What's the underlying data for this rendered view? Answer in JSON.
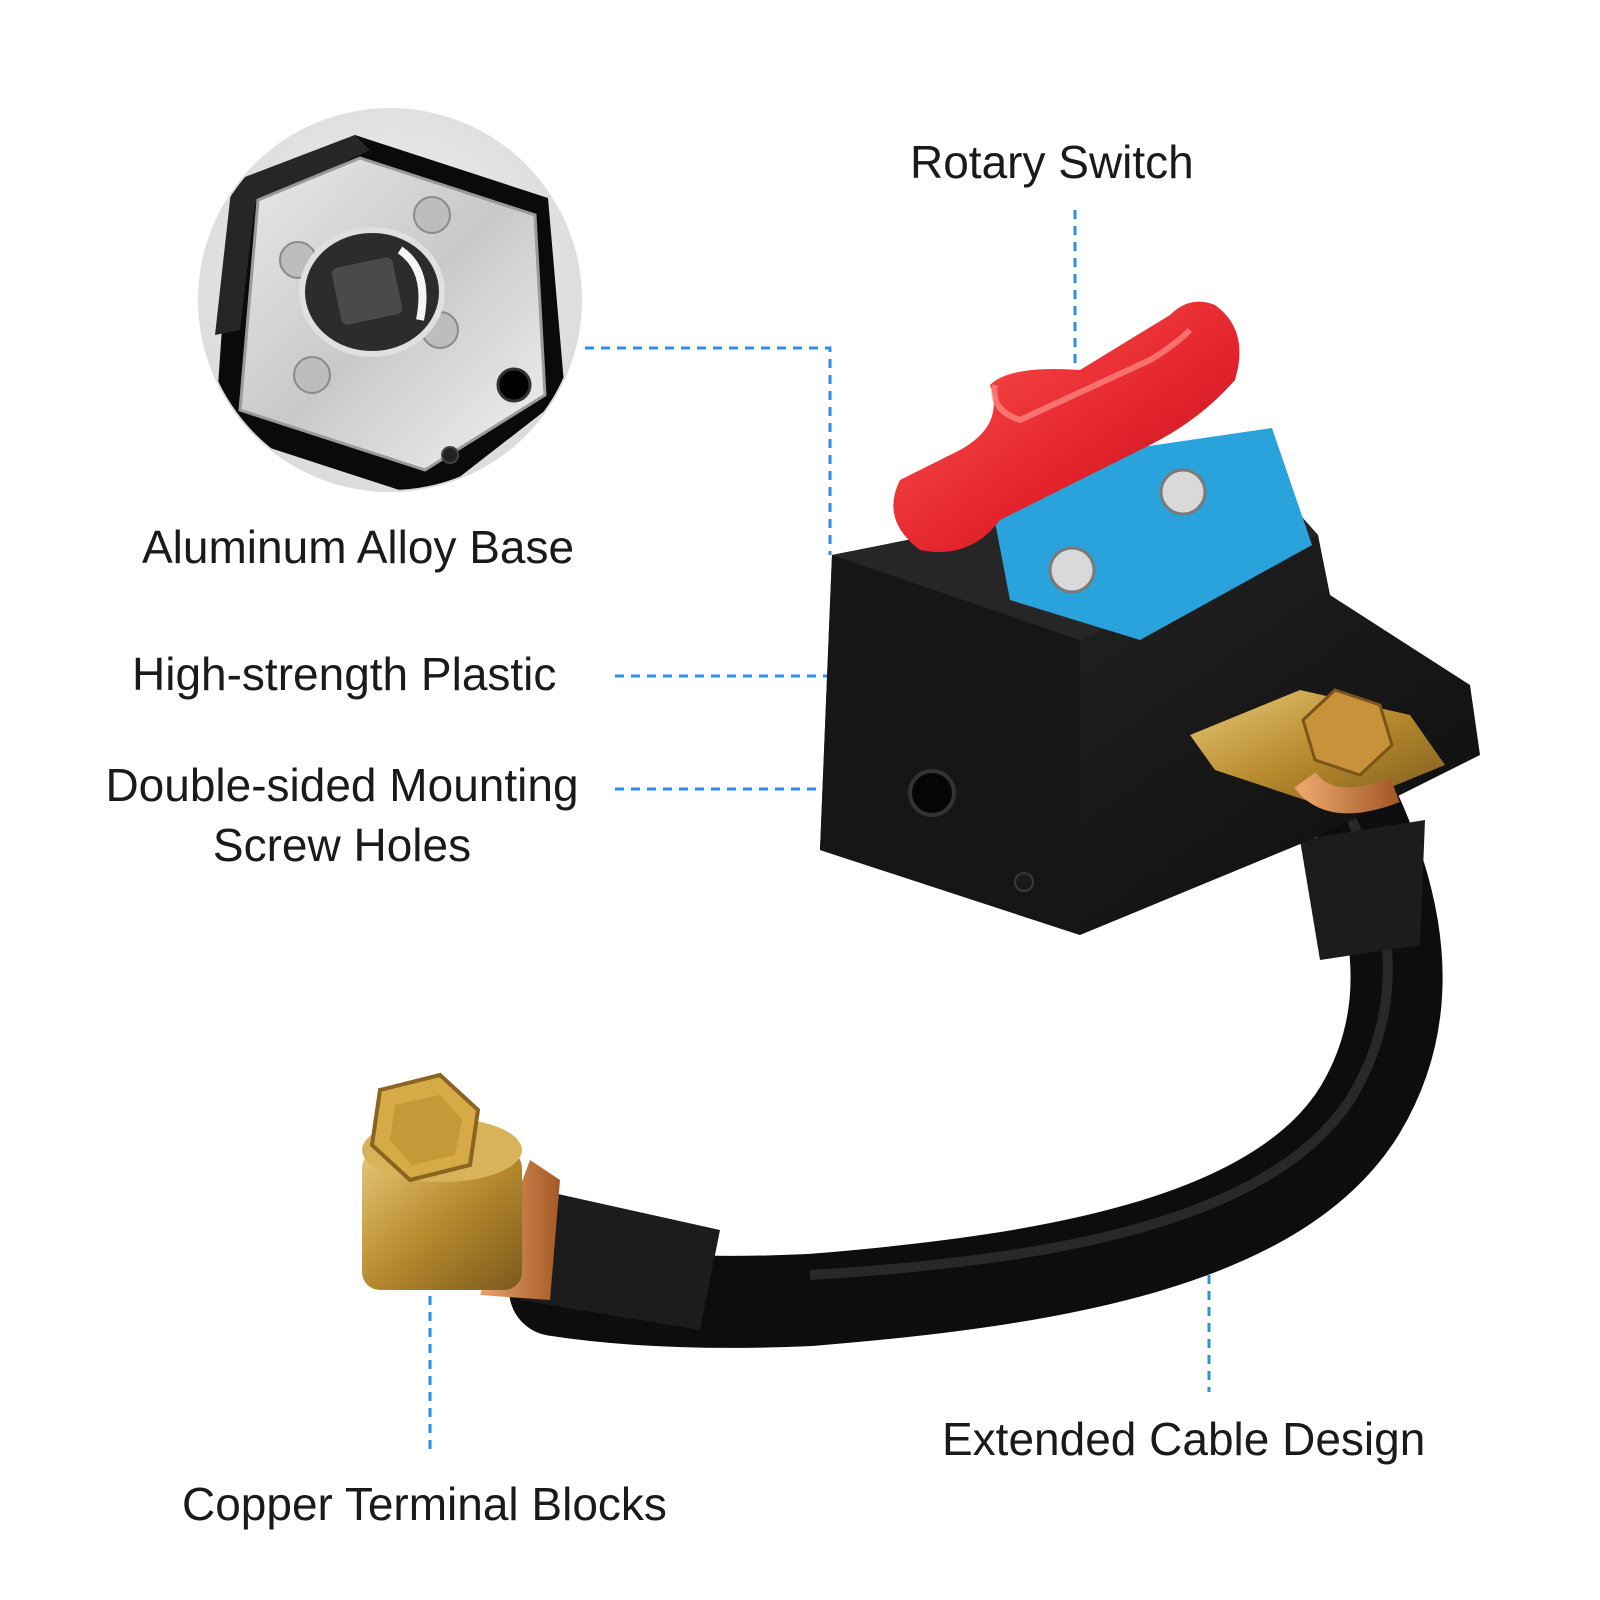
{
  "labels": {
    "rotary_switch": "Rotary Switch",
    "aluminum_base": "Aluminum Alloy Base",
    "plastic": "High-strength Plastic",
    "mounting_line1": "Double-sided Mounting",
    "mounting_line2": "Screw Holes",
    "cable": "Extended Cable Design",
    "copper": "Copper Terminal Blocks"
  },
  "colors": {
    "leader_line": "#2e8fe6",
    "knob": "#e8242c",
    "panel": "#2aa3dc",
    "housing": "#141414",
    "brass": "#c9a24a",
    "copper": "#c9783f",
    "cable": "#0d0d0d"
  },
  "icons": {
    "detail_inset": "aluminum-base-detail",
    "product": "battery-disconnect-switch"
  }
}
